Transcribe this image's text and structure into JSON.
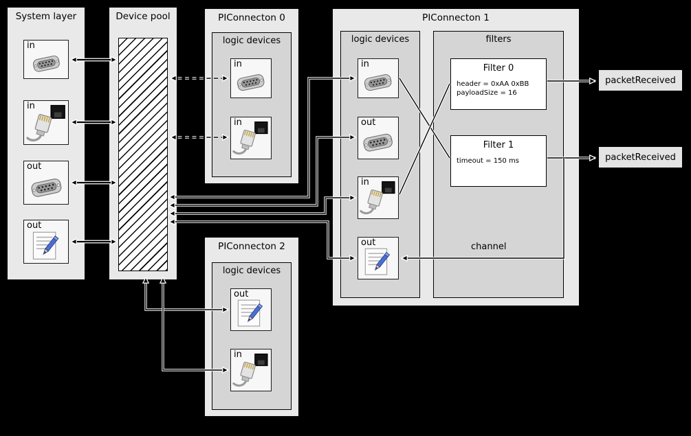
{
  "colors": {
    "background": "#000000",
    "panel_fill": "#e9e9e9",
    "inner_panel_fill": "#d5d5d5",
    "device_box_fill": "#f7f7f7",
    "filter_box_fill": "#ffffff",
    "event_box_fill": "#e4e4e4",
    "wire_color": "#000000",
    "wire_halo": "#ffffff"
  },
  "system_layer": {
    "title": "System layer",
    "devices": [
      {
        "label": "in",
        "icon": "serial-port-icon"
      },
      {
        "label": "in",
        "icon": "ethernet-icon"
      },
      {
        "label": "out",
        "icon": "serial-port-icon"
      },
      {
        "label": "out",
        "icon": "document-icon"
      }
    ]
  },
  "device_pool": {
    "title": "Device pool"
  },
  "piconnecton0": {
    "title": "PIConnecton 0",
    "section_label": "logic devices",
    "devices": [
      {
        "label": "in",
        "icon": "serial-port-icon"
      },
      {
        "label": "in",
        "icon": "ethernet-icon"
      }
    ]
  },
  "piconnecton2": {
    "title": "PIConnecton 2",
    "section_label": "logic devices",
    "devices": [
      {
        "label": "out",
        "icon": "document-icon"
      },
      {
        "label": "in",
        "icon": "ethernet-icon"
      }
    ]
  },
  "piconnecton1": {
    "title": "PIConnecton 1",
    "logic_section_label": "logic devices",
    "filters_section_label": "filters",
    "channel_label": "channel",
    "devices": [
      {
        "label": "in",
        "icon": "serial-port-icon"
      },
      {
        "label": "out",
        "icon": "serial-port-icon"
      },
      {
        "label": "in",
        "icon": "ethernet-icon"
      },
      {
        "label": "out",
        "icon": "document-icon"
      }
    ],
    "filters": [
      {
        "title": "Filter 0",
        "params": [
          "header = 0xAA 0xBB",
          "payloadSize = 16"
        ]
      },
      {
        "title": "Filter 1",
        "params": [
          "timeout = 150 ms"
        ]
      }
    ]
  },
  "events": [
    {
      "label": "packetReceived"
    },
    {
      "label": "packetReceived"
    }
  ]
}
